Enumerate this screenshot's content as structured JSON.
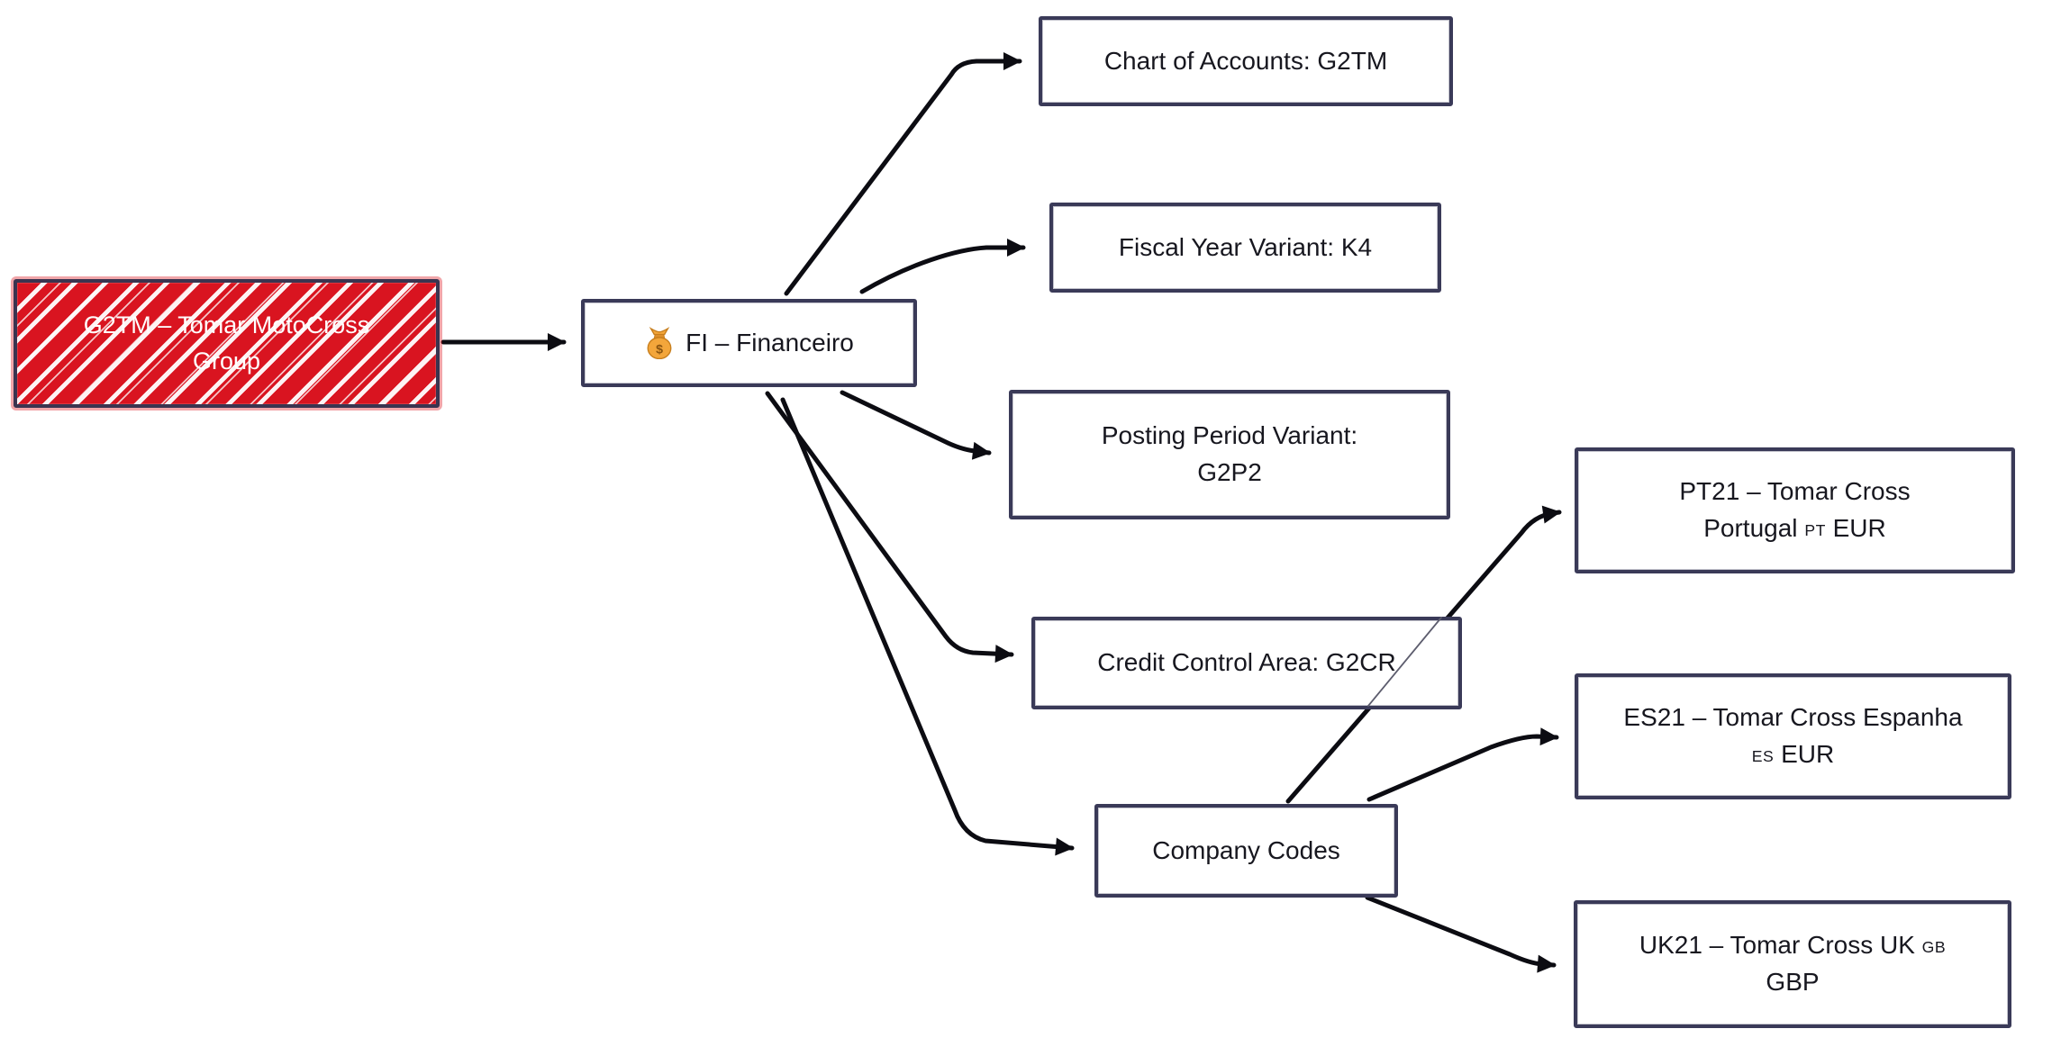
{
  "diagram": {
    "root": {
      "line1": "G2TM – Tomar MotoCross",
      "line2": "Group"
    },
    "fi": {
      "icon": "money-bag-icon",
      "label": "FI – Financeiro"
    },
    "nodes": {
      "chart_of_accounts": {
        "label": "Chart of Accounts: G2TM"
      },
      "fiscal_year_variant": {
        "label": "Fiscal Year Variant: K4"
      },
      "posting_period_variant": {
        "line1": "Posting Period Variant:",
        "line2": "G2P2"
      },
      "credit_control_area": {
        "label": "Credit Control Area: G2CR"
      },
      "company_codes": {
        "label": "Company Codes"
      },
      "pt21": {
        "line1": "PT21 – Tomar Cross",
        "line2_pre": "Portugal",
        "country_code": "PT",
        "line2_post": "EUR"
      },
      "es21": {
        "line1": "ES21 – Tomar Cross Espanha",
        "country_code": "ES",
        "line2_post": "EUR"
      },
      "uk21": {
        "line1_pre": "UK21 – Tomar Cross UK",
        "country_code": "GB",
        "line2": "GBP"
      }
    },
    "colors": {
      "accent_red": "#d91420",
      "box_border_ink": "#3a3a58",
      "arrow_black": "#0c0c12",
      "text_ink": "#17171f",
      "money_bag_gold": "#f3a63b"
    }
  }
}
